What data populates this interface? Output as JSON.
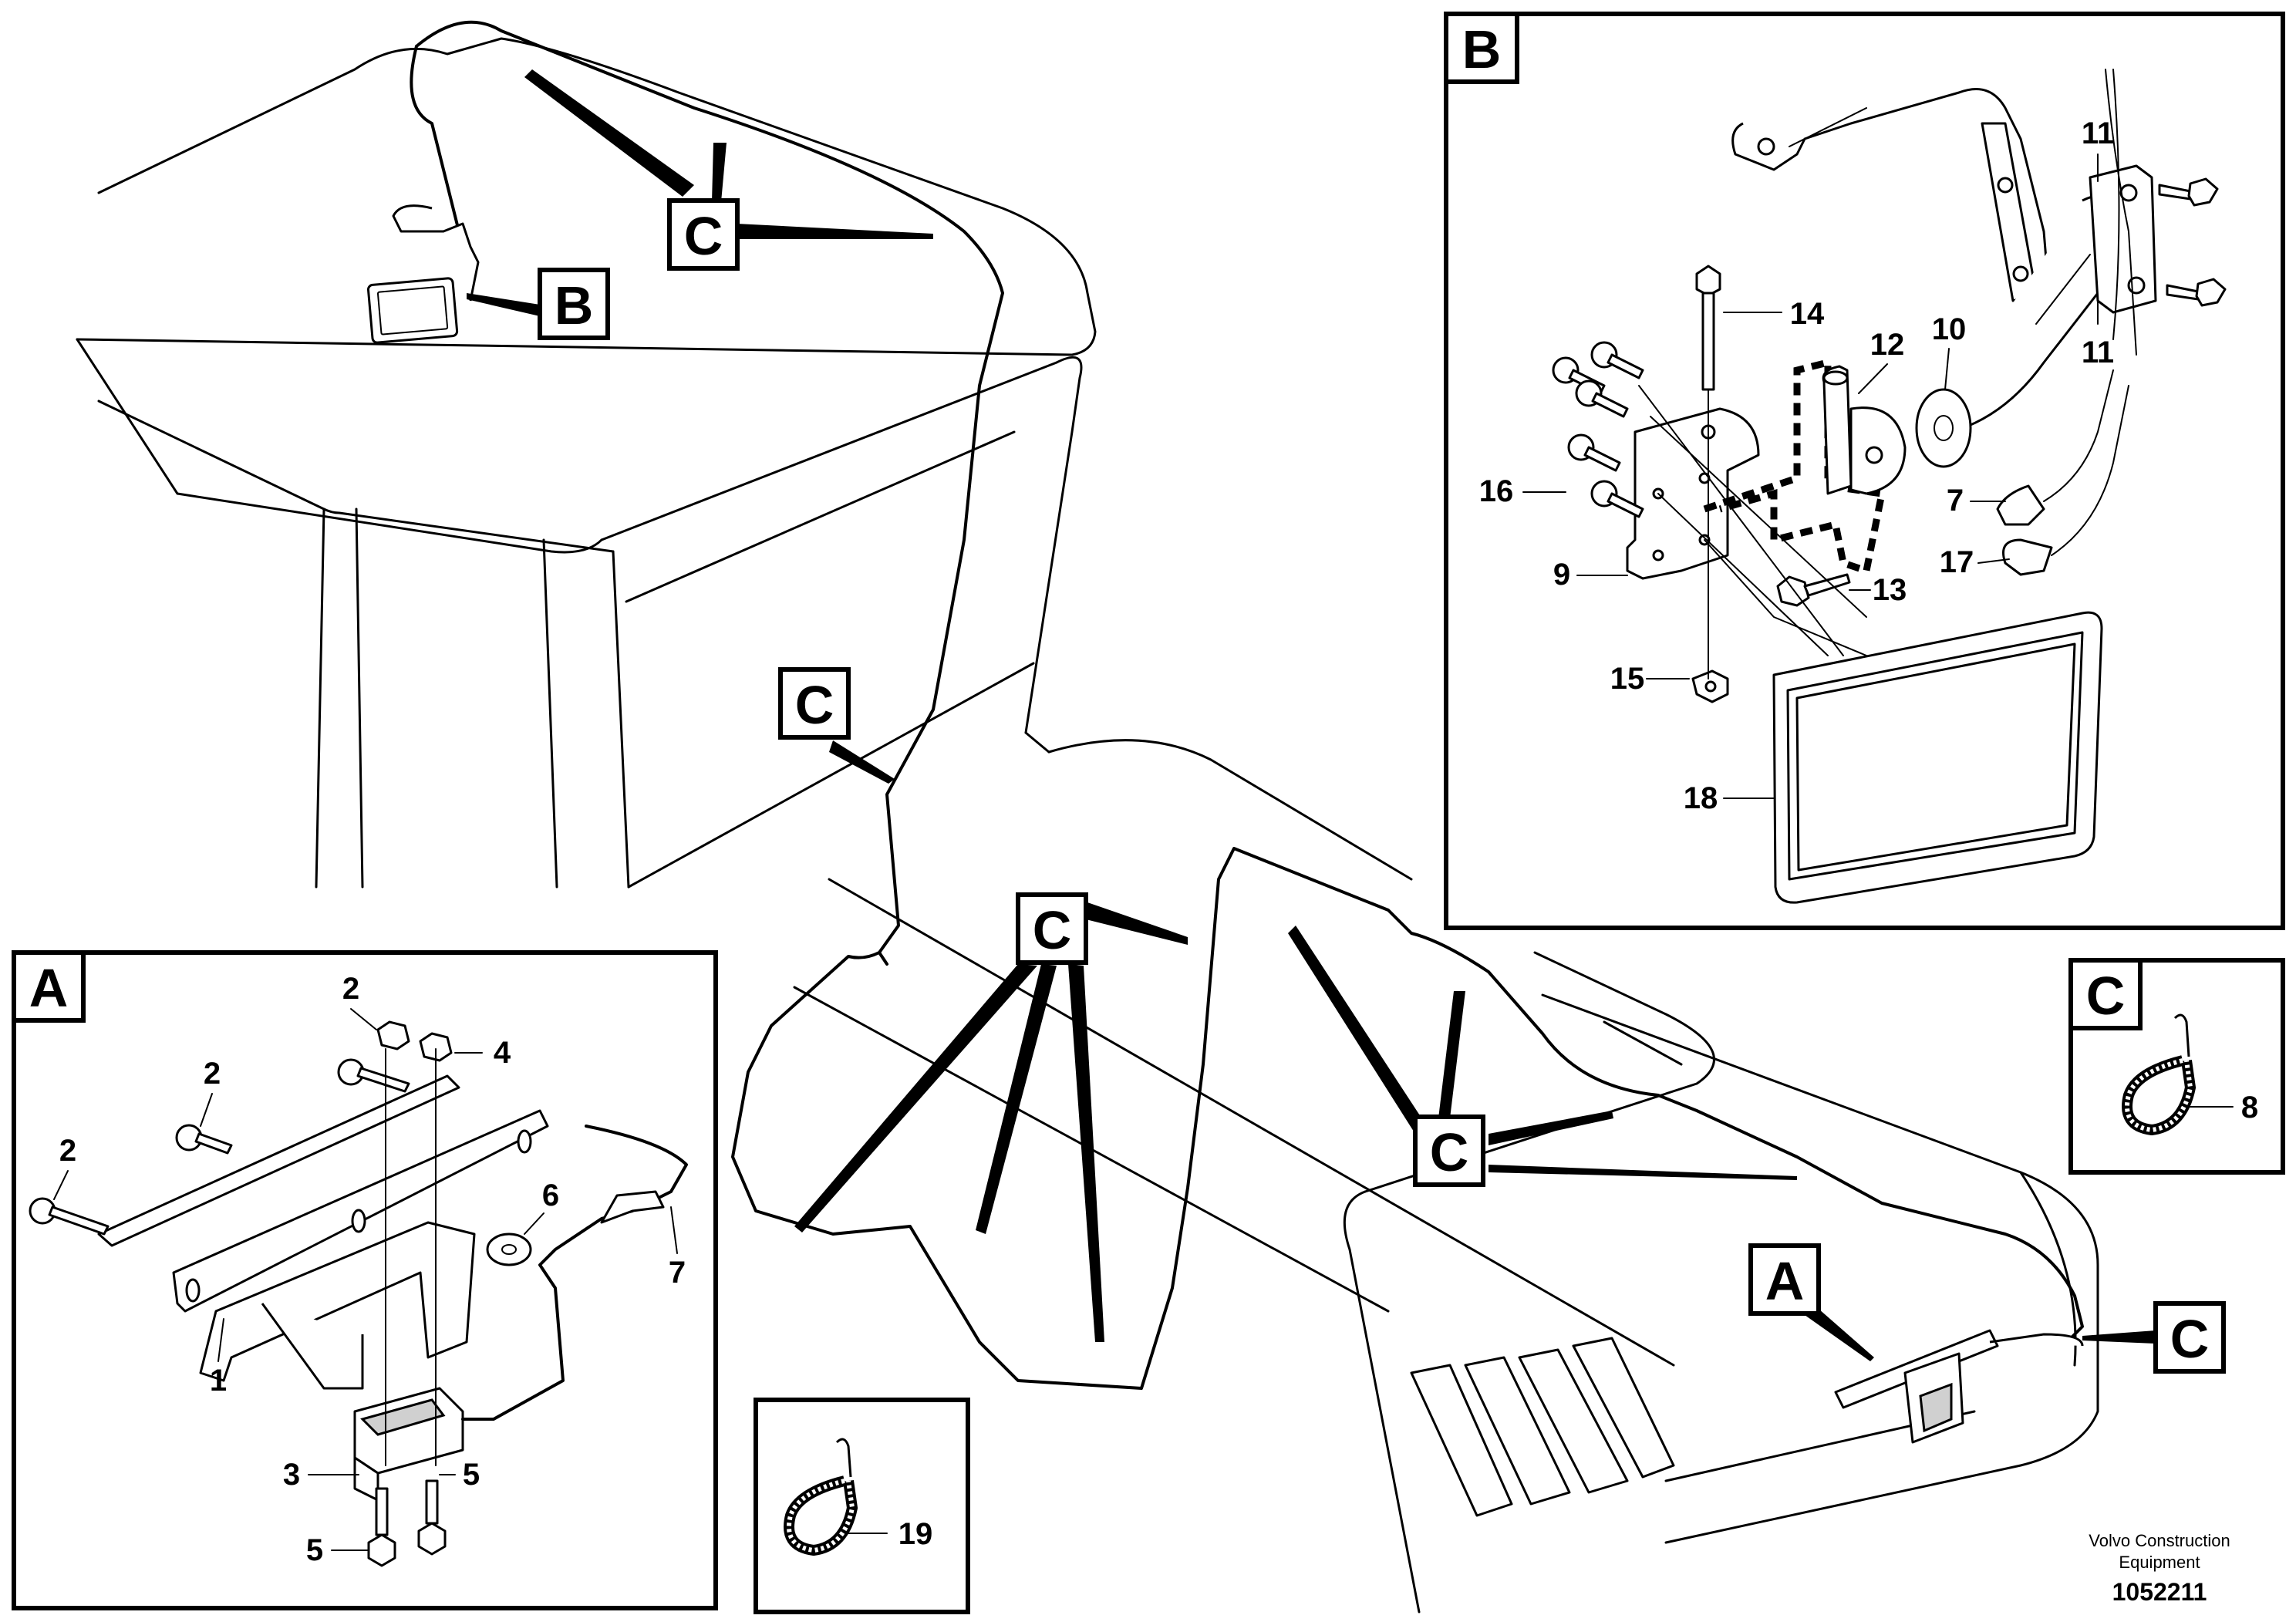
{
  "diagram": {
    "callouts": {
      "A": "A",
      "B": "B",
      "C": "C"
    },
    "inset_A": {
      "title": "A",
      "part_numbers": [
        "1",
        "2",
        "2",
        "2",
        "2",
        "3",
        "4",
        "5",
        "5",
        "6",
        "7"
      ]
    },
    "inset_B": {
      "title": "B",
      "part_numbers": [
        "7",
        "9",
        "10",
        "11",
        "11",
        "12",
        "13",
        "14",
        "15",
        "16",
        "17",
        "18"
      ]
    },
    "inset_C_right": {
      "title": "C",
      "part_number": "8"
    },
    "inset_tie": {
      "part_number": "19"
    },
    "footer": {
      "company_line1": "Volvo Construction",
      "company_line2": "Equipment",
      "doc_number": "1052211"
    }
  }
}
